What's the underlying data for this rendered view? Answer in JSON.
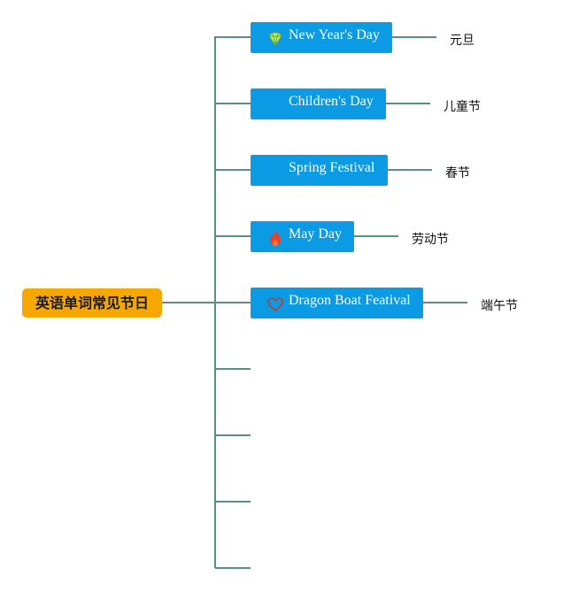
{
  "root": {
    "label": "英语单词常见节日"
  },
  "topics": [
    {
      "label": "New Year's Day",
      "icon": "diamond-icon",
      "note": "元旦"
    },
    {
      "label": "Children's Day",
      "icon": "",
      "note": "儿童节"
    },
    {
      "label": "Spring Festival",
      "icon": "",
      "note": "春节"
    },
    {
      "label": "May Day",
      "icon": "flame-icon",
      "note": "劳动节"
    },
    {
      "label": "Dragon Boat Featival",
      "icon": "heart-icon",
      "note": "端午节"
    }
  ],
  "colors": {
    "root_fill": "#f7a800",
    "topic_fill": "#0a9be4",
    "connector": "#5a8f83",
    "diamond": "#b9f26b",
    "flame": "#e8402a",
    "heart": "#c0392b"
  }
}
